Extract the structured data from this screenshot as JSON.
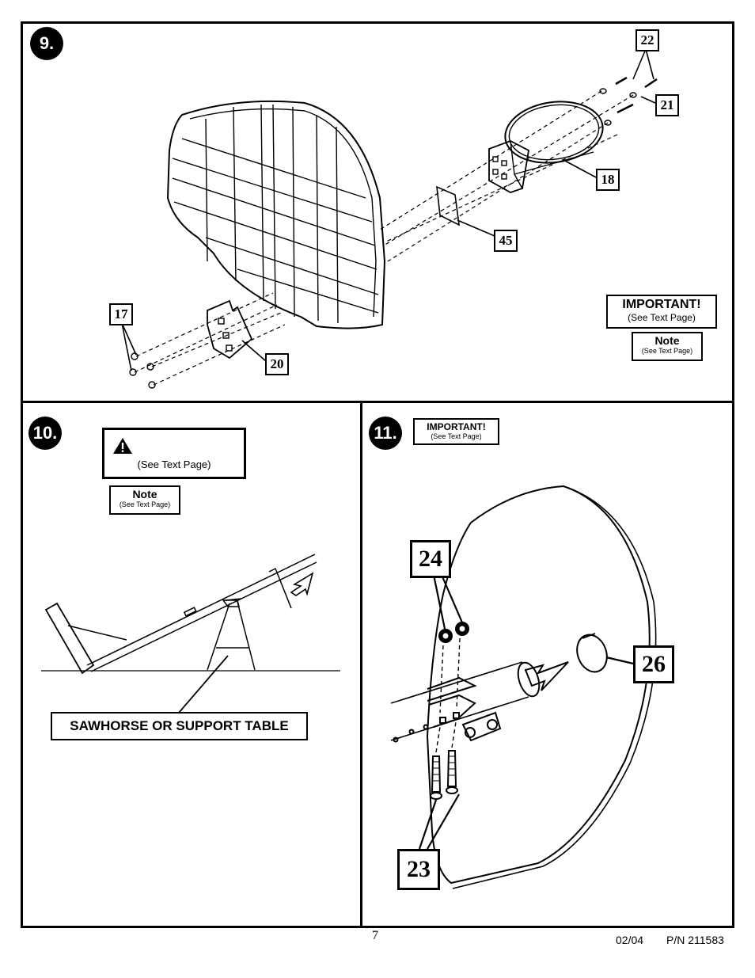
{
  "page_number": "7",
  "footer": {
    "date": "02/04",
    "part_number": "P/N 211583"
  },
  "step9": {
    "badge": "9.",
    "callouts": {
      "c22": "22",
      "c21": "21",
      "c18": "18",
      "c45": "45",
      "c17": "17",
      "c20": "20"
    },
    "important": {
      "title": "IMPORTANT!",
      "sub": "(See Text Page)"
    },
    "note": {
      "title": "Note",
      "sub": "(See Text Page)"
    }
  },
  "step10": {
    "badge": "10.",
    "warning": {
      "sub": "(See Text Page)"
    },
    "note": {
      "title": "Note",
      "sub": "(See Text Page)"
    },
    "sawhorse_label": "SAWHORSE OR SUPPORT TABLE"
  },
  "step11": {
    "badge": "11.",
    "important": {
      "title": "IMPORTANT!",
      "sub": "(See Text Page)"
    },
    "callouts": {
      "c24": "24",
      "c26": "26",
      "c23": "23"
    }
  }
}
